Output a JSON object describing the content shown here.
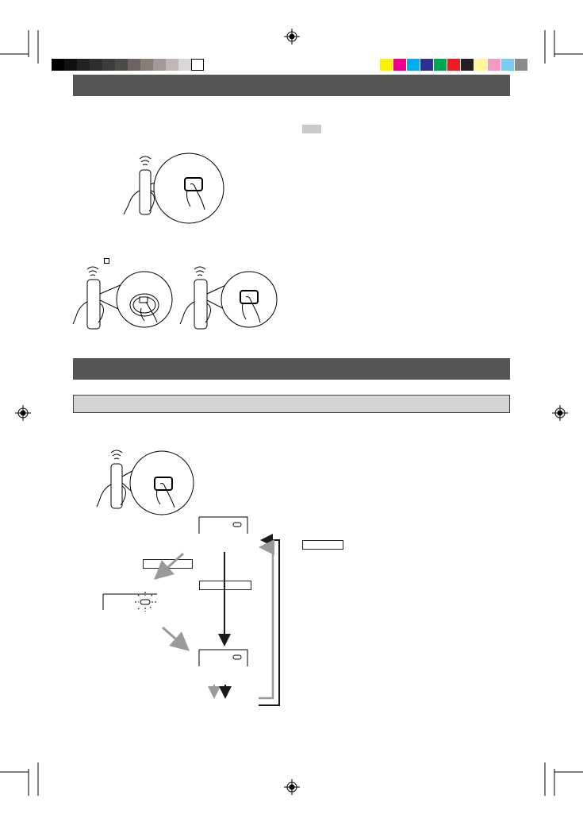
{
  "print_marks": {
    "grayscale_bar": [
      "#000000",
      "#111111",
      "#222222",
      "#2e2e2e",
      "#3c3c3c",
      "#4e4a48",
      "#6a6462",
      "#857e7b",
      "#a09997",
      "#bdb7b5",
      "#d9d6d5",
      "#ffffff"
    ],
    "color_bar": [
      "#fff200",
      "#ec008c",
      "#00aeef",
      "#2e3192",
      "#00a651",
      "#ed1c24",
      "#231f20",
      "#fff799",
      "#f49ac1",
      "#7accf2",
      "#8a8a8a"
    ]
  },
  "colors": {
    "section_band": "#555555",
    "subsection_band": "#d4d4d4",
    "gray_arrow": "#9a9a9a",
    "black_arrow": "#1a1a1a"
  },
  "section_1": {
    "title": "",
    "illustration_1": "remote-with-button-callout",
    "illustrations_2": [
      "remote-with-round-button-callout",
      "remote-with-square-button-callout"
    ]
  },
  "section_2": {
    "title": "",
    "subsection_title": "",
    "illustration": "remote-with-button-callout"
  },
  "flow_diagram": {
    "labels": [
      "",
      "",
      ""
    ],
    "icons": [
      "repeat-indicator-icon",
      "repeat-indicator-blinking-icon",
      "repeat-indicator-icon"
    ]
  }
}
